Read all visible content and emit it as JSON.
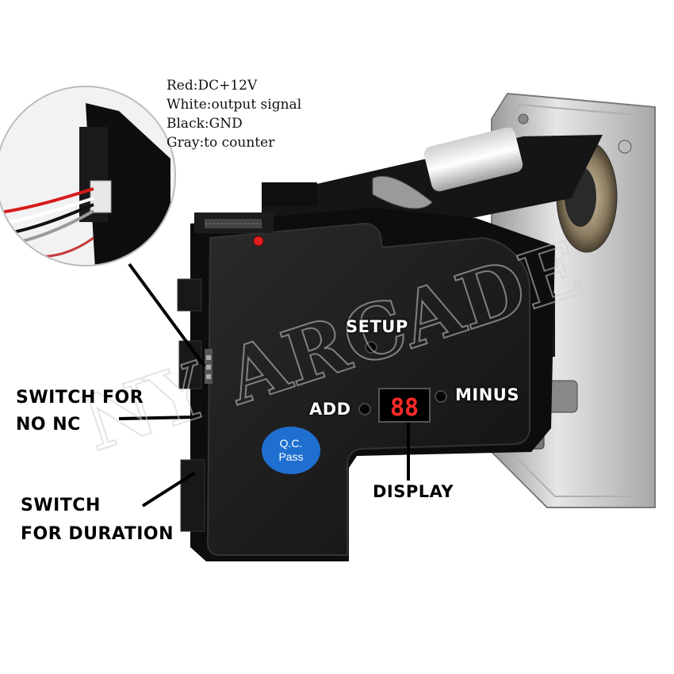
{
  "wire_legend": [
    "Red:DC+12V",
    "White:output signal",
    "Black:GND",
    "Gray:to counter"
  ],
  "labels": {
    "setup": "SETUP",
    "add": "ADD",
    "minus": "MINUS",
    "display": "DISPLAY",
    "switch_no_nc_line1": "SWITCH FOR",
    "switch_no_nc_line2": "NO NC",
    "switch_duration_line1": "SWITCH",
    "switch_duration_line2": "FOR DURATION"
  },
  "qc_badge": {
    "line1": "Q.C.",
    "line2": "Pass"
  },
  "display_digits": "88",
  "watermark": "NY ARCADE",
  "colors": {
    "body": "#1b1b1b",
    "badge": "#1f6fd0",
    "led": "#e02020",
    "segment": "#ff2a2a",
    "metal": "#c9c9c9"
  }
}
